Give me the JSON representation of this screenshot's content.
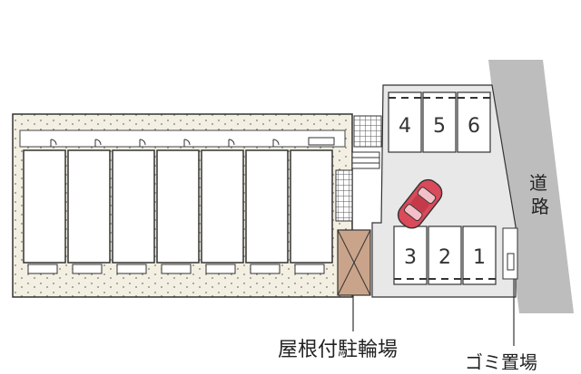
{
  "parking": {
    "top_spaces": [
      "4",
      "5",
      "6"
    ],
    "bottom_spaces": [
      "3",
      "2",
      "1"
    ]
  },
  "road_label_chars": [
    "道",
    "路"
  ],
  "bicycle_parking_label": "屋根付駐輪場",
  "garbage_area_label": "ゴミ置場",
  "colors": {
    "site_fill": "#e8e8e8",
    "bicycle_shed": "#c9a48a",
    "car": "#d94a5a",
    "road": "#bdbdbd",
    "outline": "#333333"
  }
}
